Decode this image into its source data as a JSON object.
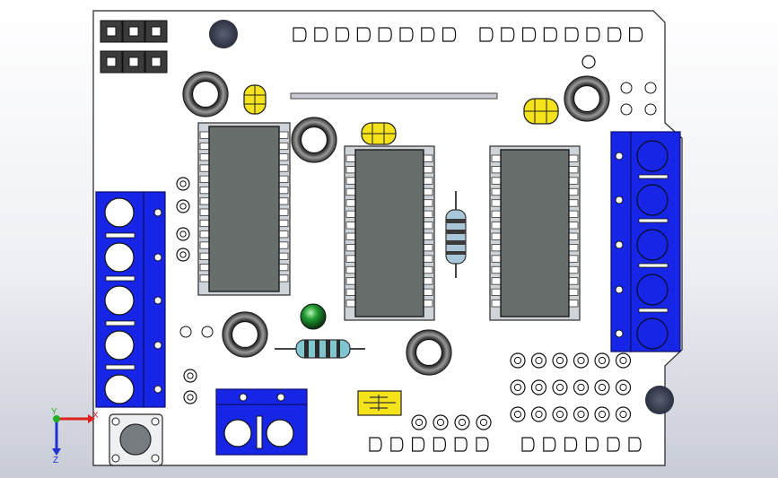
{
  "viewport": {
    "name": "cad-3d-viewport",
    "background": "#e9ecf2"
  },
  "model": {
    "name": "arduino-motor-shield",
    "board_color": "#ffffff",
    "terminal_color": "#1726e6",
    "capacitor_color": "#f4e21a",
    "led_color": "#1f9a2f",
    "ic_color": "#686e6b"
  },
  "triad": {
    "x_label": "X",
    "y_label": "Y",
    "z_label": "Z",
    "x_color": "#e02020",
    "y_color": "#22b022",
    "z_color": "#2030d0"
  }
}
